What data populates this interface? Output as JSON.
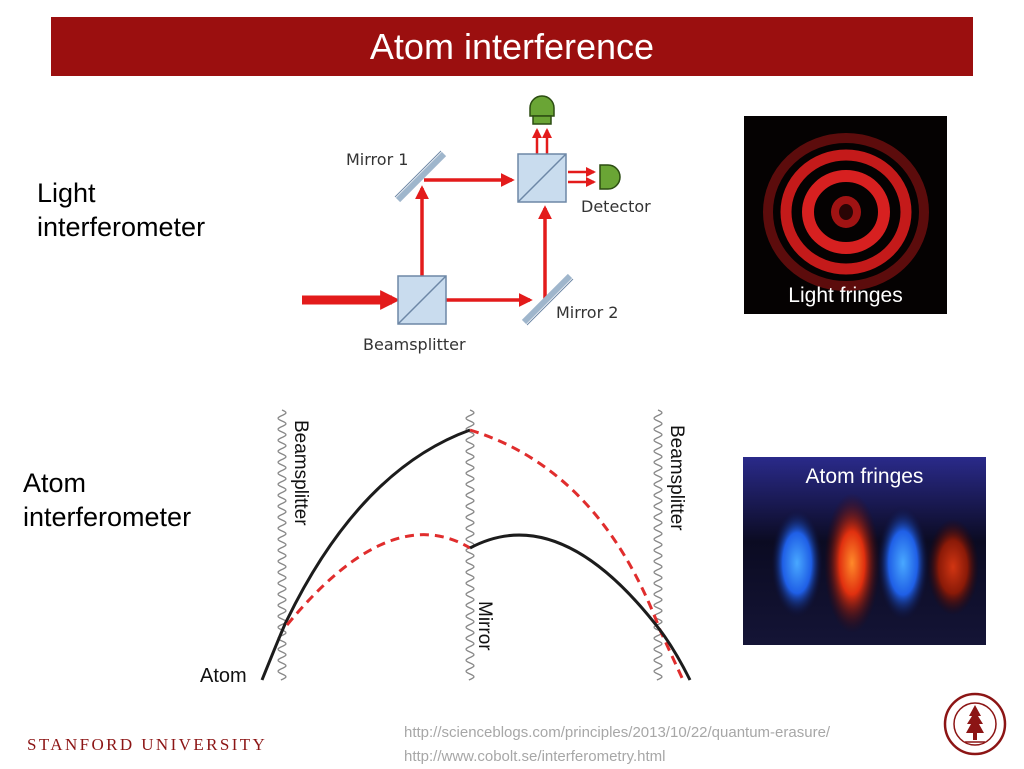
{
  "slide": {
    "title": "Atom interference"
  },
  "light_section": {
    "label_line1": "Light",
    "label_line2": "interferometer",
    "diagram": {
      "mirror1": "Mirror 1",
      "mirror2": "Mirror 2",
      "detector": "Detector",
      "beamsplitter": "Beamsplitter"
    },
    "photo_caption": "Light fringes"
  },
  "atom_section": {
    "label_line1": "Atom",
    "label_line2": "interferometer",
    "diagram": {
      "beamsplitter_left": "Beamsplitter",
      "beamsplitter_right": "Beamsplitter",
      "mirror": "Mirror",
      "atom": "Atom"
    },
    "photo_caption": "Atom fringes"
  },
  "footer": {
    "university": "STANFORD UNIVERSITY",
    "link1": "http://scienceblogs.com/principles/2013/10/22/quantum-erasure/",
    "link2": "http://www.cobolt.se/interferometry.html"
  },
  "colors": {
    "title_bar": "#9b0f0f",
    "beam_red": "#e31b1b",
    "detector_green": "#5fa12e",
    "optic_blue": "#c9dcee",
    "stanford_red": "#8c1515"
  }
}
